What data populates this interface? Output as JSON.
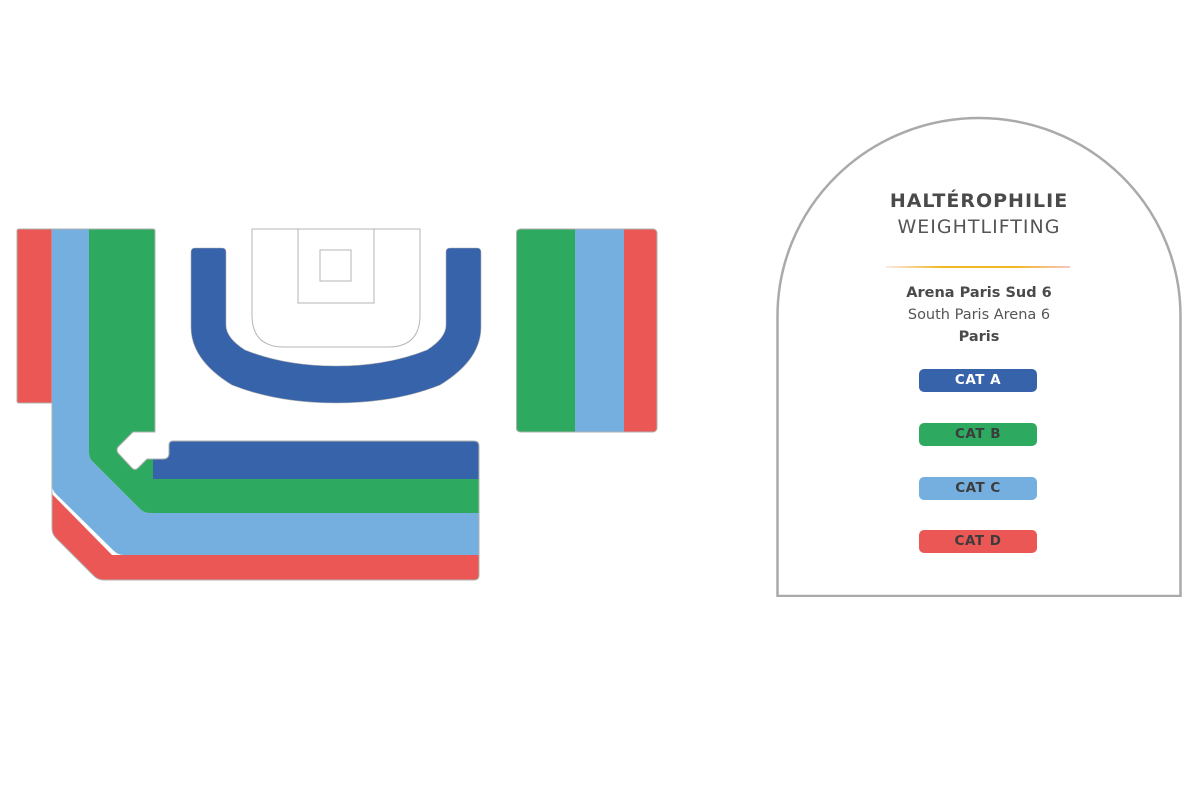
{
  "event": {
    "title_fr": "HALTÉROPHILIE",
    "title_en": "WEIGHTLIFTING"
  },
  "venue": {
    "name_fr": "Arena Paris Sud 6",
    "name_en": "South Paris Arena 6",
    "city": "Paris"
  },
  "legend": {
    "categories": [
      {
        "label": "CAT A",
        "color": "#3763ab"
      },
      {
        "label": "CAT B",
        "color": "#2eaa60"
      },
      {
        "label": "CAT C",
        "color": "#74afdf"
      },
      {
        "label": "CAT D",
        "color": "#ea5755"
      }
    ]
  },
  "colors": {
    "cat_a": "#3763ab",
    "cat_b": "#2eaa60",
    "cat_c": "#74afdf",
    "cat_d": "#ea5755",
    "outline": "#aaaaaa",
    "text": "#4a4a4a",
    "divider_accent": "#f0b822"
  },
  "map": {
    "sections": [
      {
        "id": "left-wing",
        "categories": [
          "CAT D",
          "CAT C",
          "CAT B"
        ]
      },
      {
        "id": "bottom-stand",
        "categories": [
          "CAT A",
          "CAT B",
          "CAT C",
          "CAT D"
        ]
      },
      {
        "id": "court-surround",
        "categories": [
          "CAT A"
        ]
      },
      {
        "id": "right-stand",
        "categories": [
          "CAT B",
          "CAT C",
          "CAT D"
        ]
      }
    ]
  }
}
